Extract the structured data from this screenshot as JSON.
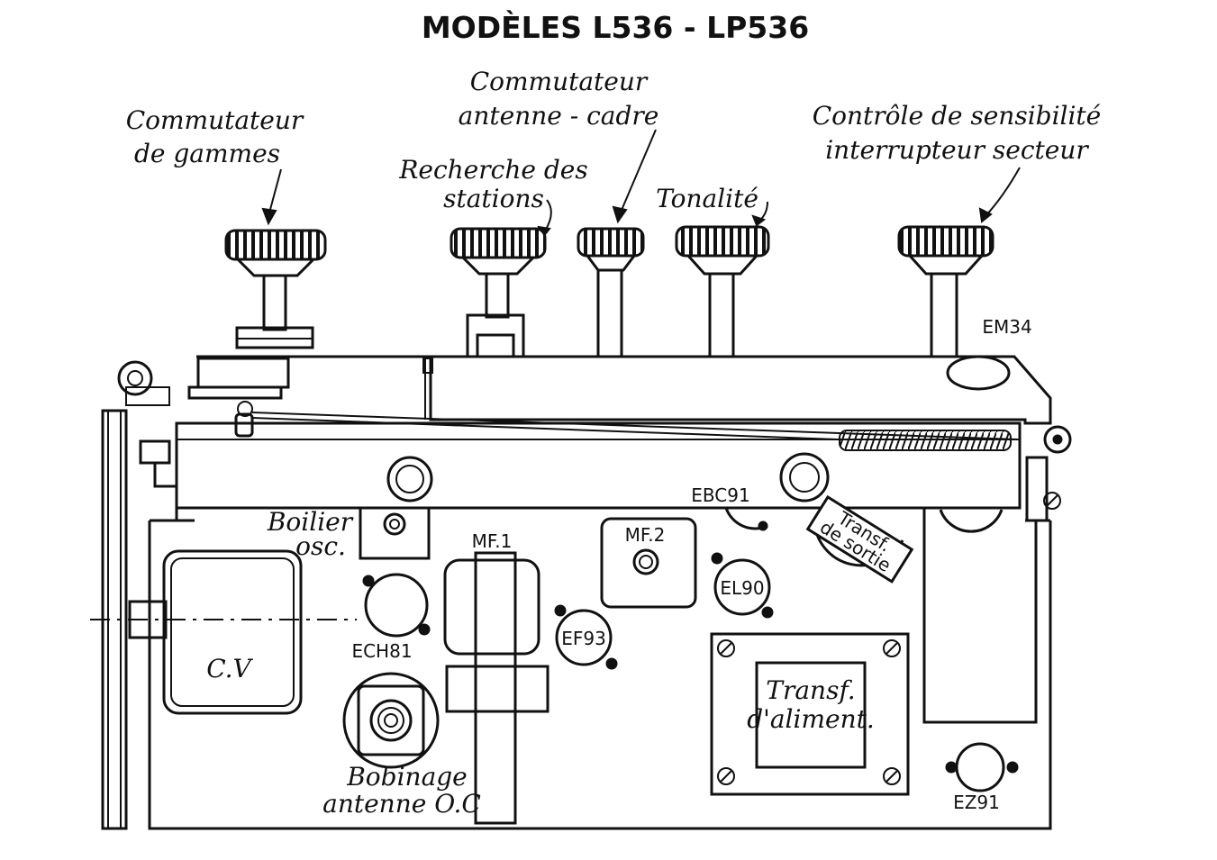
{
  "title": "MODÈLES L536 - LP536",
  "labels": {
    "commutateur_gammes_1": "Commutateur",
    "commutateur_gammes_2": "de gammes",
    "recherche_1": "Recherche des",
    "recherche_2": "stations",
    "commutateur_antenne_1": "Commutateur",
    "commutateur_antenne_2": "antenne - cadre",
    "tonalite": "Tonalité",
    "controle_1": "Contrôle de sensibilité",
    "controle_2": "interrupteur secteur",
    "em34": "EM34",
    "ebc91": "EBC91",
    "boilier_1": "Boilier",
    "boilier_2": "osc.",
    "mf1": "MF.1",
    "mf2": "MF.2",
    "transf_sortie_1": "Transf.",
    "transf_sortie_2": "de sortie",
    "el90": "EL90",
    "ef93": "EF93",
    "ech81": "ECH81",
    "cv": "C.V",
    "transf_alim_1": "Transf.",
    "transf_alim_2": "d'aliment.",
    "bobinage_1": "Bobinage",
    "bobinage_2": "antenne O.C",
    "ez91": "EZ91"
  }
}
